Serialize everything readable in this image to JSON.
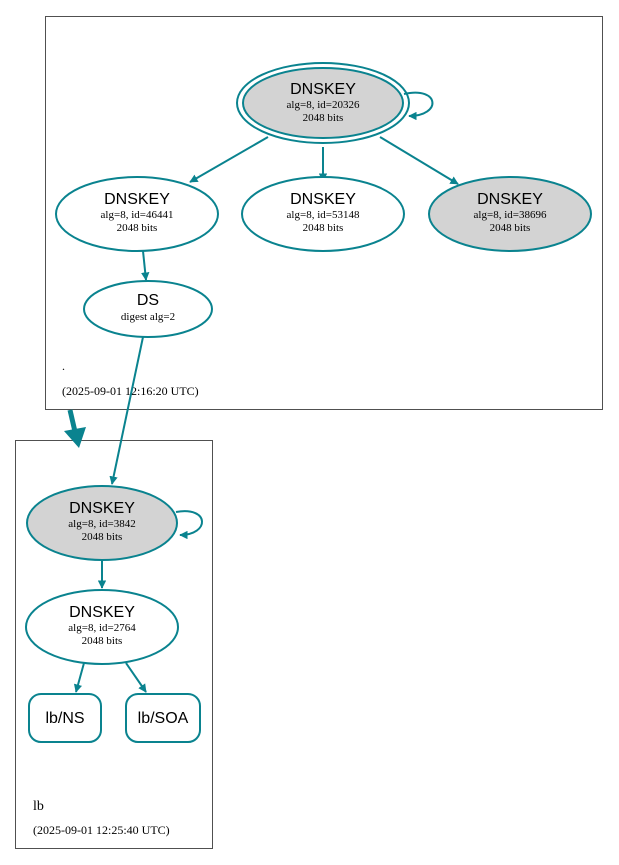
{
  "colors": {
    "edge": "#0a838f",
    "node_fill_grey": "#d3d3d3",
    "node_fill_white": "#ffffff",
    "cluster_border": "#505050",
    "text": "#000000"
  },
  "zones": [
    {
      "id": "root",
      "name": ".",
      "timestamp": "(2025-09-01 12:16:20 UTC)"
    },
    {
      "id": "lb",
      "name": "lb",
      "timestamp": "(2025-09-01 12:25:40 UTC)"
    }
  ],
  "nodes": {
    "root_ksk": {
      "title": "DNSKEY",
      "line1": "alg=8, id=20326",
      "line2": "2048 bits"
    },
    "root_k46441": {
      "title": "DNSKEY",
      "line1": "alg=8, id=46441",
      "line2": "2048 bits"
    },
    "root_k53148": {
      "title": "DNSKEY",
      "line1": "alg=8, id=53148",
      "line2": "2048 bits"
    },
    "root_k38696": {
      "title": "DNSKEY",
      "line1": "alg=8, id=38696",
      "line2": "2048 bits"
    },
    "root_ds": {
      "title": "DS",
      "line1": "digest alg=2"
    },
    "lb_k3842": {
      "title": "DNSKEY",
      "line1": "alg=8, id=3842",
      "line2": "2048 bits"
    },
    "lb_k2764": {
      "title": "DNSKEY",
      "line1": "alg=8, id=2764",
      "line2": "2048 bits"
    },
    "lb_ns": {
      "title": "lb/NS"
    },
    "lb_soa": {
      "title": "lb/SOA"
    }
  }
}
